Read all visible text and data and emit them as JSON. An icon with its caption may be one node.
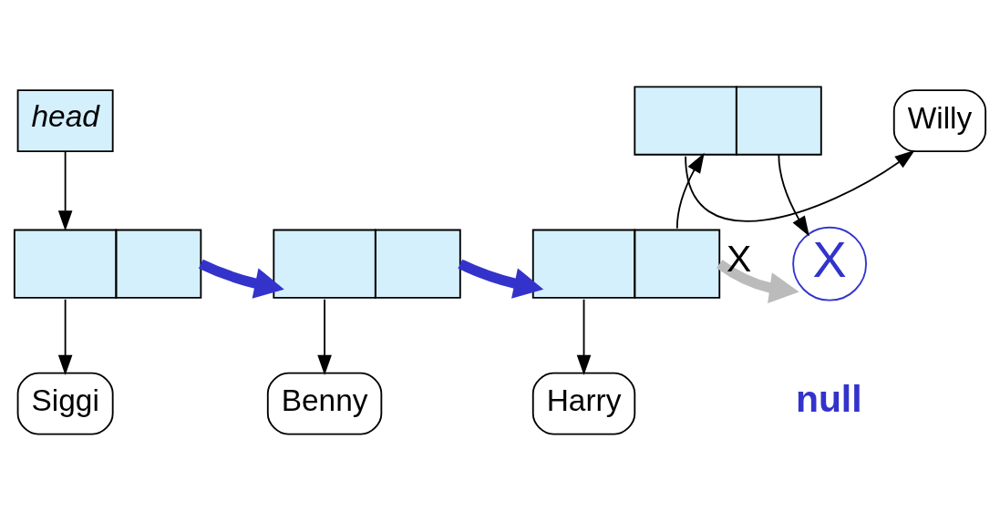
{
  "diagram": {
    "nodes": [
      {
        "text": [
          "head"
        ]
      },
      {
        "text": [],
        "shape": "box"
      },
      {
        "text": [],
        "shape": "box"
      },
      {
        "text": [],
        "shape": "box"
      },
      {
        "text": [],
        "shape": "box"
      },
      {
        "text": [
          "Siggi"
        ]
      },
      {
        "text": [
          "Benny"
        ]
      },
      {
        "text": [
          "Harry"
        ]
      },
      {
        "text": [
          "Willy"
        ]
      },
      {
        "text": [
          "X"
        ],
        "beside": [
          "null"
        ]
      }
    ],
    "edges": [
      {
        "from": 0,
        "to": 1,
        "arrow": "to"
      },
      {
        "from": 1,
        "to": 5,
        "arrow": "to"
      },
      {
        "from": 1,
        "to": 2,
        "arrow": "to",
        "style": "thick",
        "color": "#3333cc"
      },
      {
        "from": 2,
        "to": 6,
        "arrow": "to"
      },
      {
        "from": 2,
        "to": 3,
        "arrow": "to",
        "style": "thick",
        "color": "#3333cc"
      },
      {
        "from": 3,
        "to": 7,
        "arrow": "to"
      },
      {
        "from": 3,
        "to": 4,
        "arrow": "to"
      },
      {
        "from": 3,
        "to": 9,
        "arrow": "to",
        "label": "X",
        "style": "thick",
        "color": "#bbbbbb"
      },
      {
        "from": 4,
        "to": 8,
        "arrow": "to"
      },
      {
        "from": 4,
        "to": 9,
        "arrow": "to"
      }
    ]
  }
}
